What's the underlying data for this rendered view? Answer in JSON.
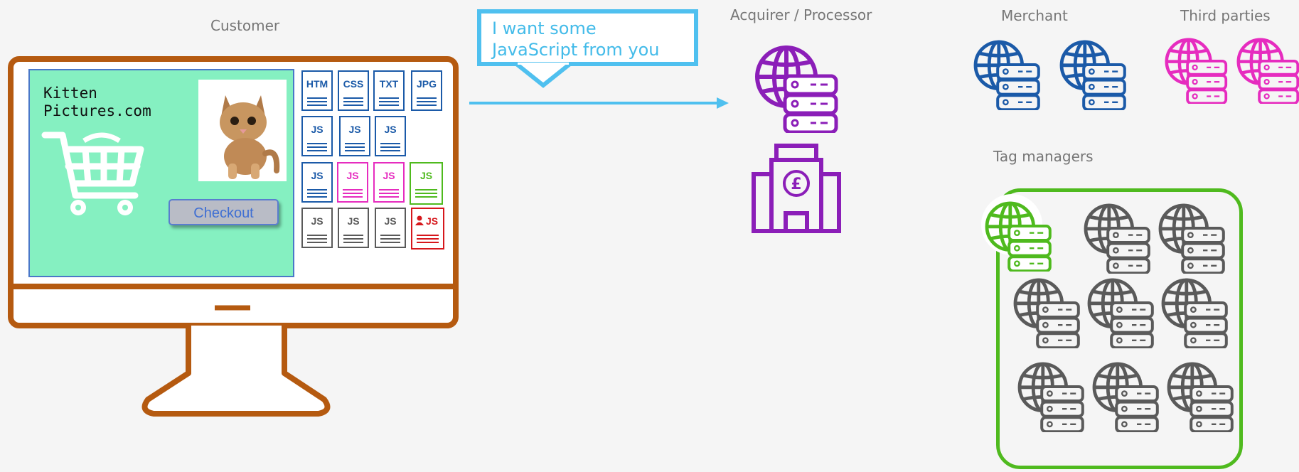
{
  "labels": {
    "customer": "Customer",
    "acquirer": "Acquirer / Processor",
    "merchant": "Merchant",
    "third_parties": "Third parties",
    "tag_managers": "Tag managers"
  },
  "website": {
    "name": "Kitten\nPictures.com",
    "checkout_label": "Checkout"
  },
  "bubble": {
    "text": "I want some JavaScript from you"
  },
  "files": {
    "row1": [
      "HTM",
      "CSS",
      "TXT",
      "JPG"
    ],
    "row2": [
      "JS",
      "JS",
      "JS"
    ],
    "row3": [
      "JS",
      "JS",
      "JS",
      "JS"
    ],
    "row4": [
      "JS",
      "JS",
      "JS",
      "JS"
    ]
  },
  "colors": {
    "monitor": "#b55a10",
    "screen": "#85f0c1",
    "blue_script": "#1b5aa8",
    "pink_script": "#e62cbf",
    "green_script": "#4fba1e",
    "grey_script": "#5a5a5a",
    "red_script": "#d6171c",
    "purple": "#8b1eb8",
    "bubble": "#4fc0ef"
  },
  "icons": {
    "acquirer": [
      "globe-server-icon",
      "bank-building-icon"
    ],
    "merchant": [
      "globe-server-icon",
      "globe-server-icon"
    ],
    "third_parties": [
      "globe-server-icon",
      "globe-server-icon"
    ],
    "tag_managers": [
      "globe-server-icon"
    ]
  }
}
